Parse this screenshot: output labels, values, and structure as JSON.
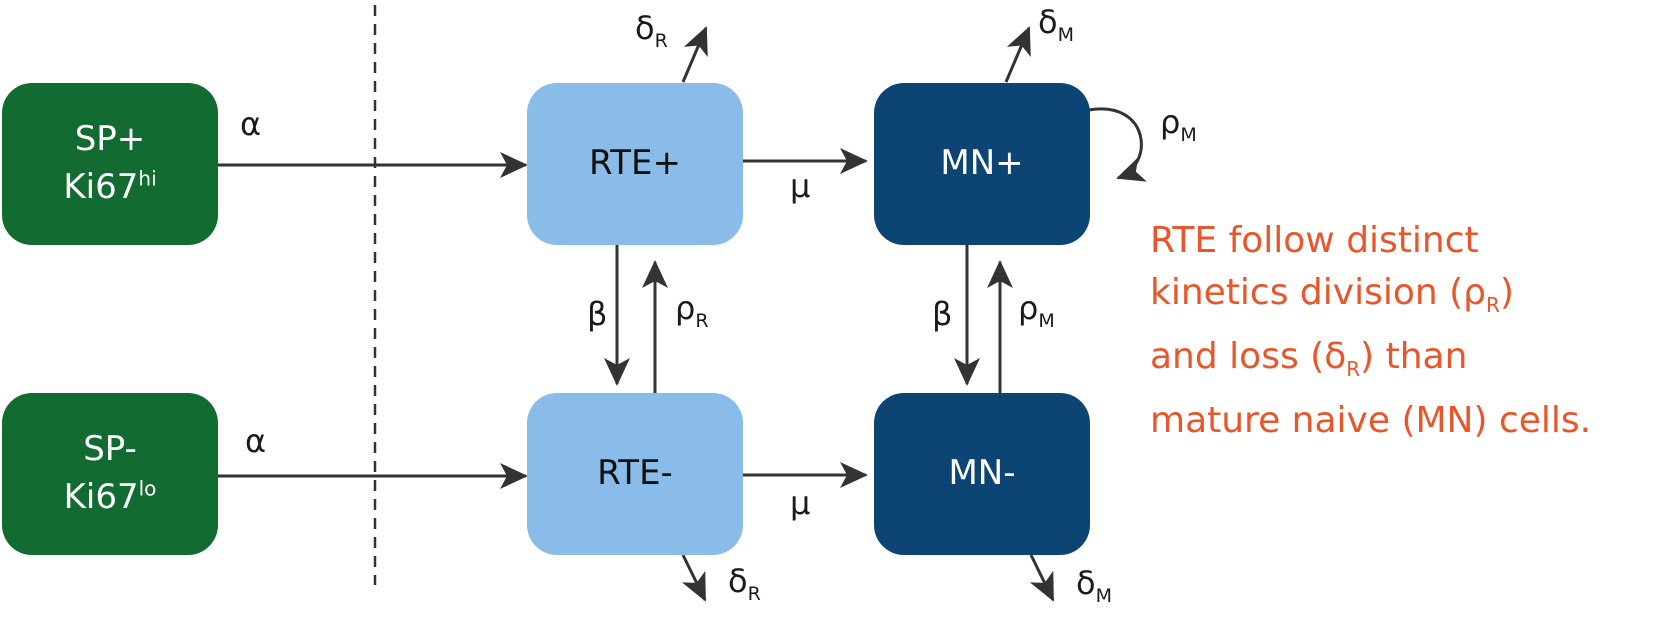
{
  "nodes": {
    "sp_plus": {
      "line1": "SP+",
      "line2_base": "Ki67",
      "line2_sup": "hi"
    },
    "sp_minus": {
      "line1": "SP-",
      "line2_base": "Ki67",
      "line2_sup": "lo"
    },
    "rte_plus": {
      "label": "RTE+"
    },
    "rte_minus": {
      "label": "RTE-"
    },
    "mn_plus": {
      "label": "MN+"
    },
    "mn_minus": {
      "label": "MN-"
    }
  },
  "rates": {
    "alpha": "α",
    "mu": "μ",
    "beta": "β",
    "rho": "ρ",
    "delta": "δ",
    "sub_R": "R",
    "sub_M": "M"
  },
  "note": {
    "line1": "RTE follow distinct",
    "line2_a": "kinetics  division (ρ",
    "line2_sub": "R",
    "line2_b": ")",
    "line3_a": "and loss (δ",
    "line3_sub": "R",
    "line3_b": ") than",
    "line4": "mature naive (MN) cells."
  },
  "colors": {
    "sp_green": "#126b31",
    "rte_light_blue": "#89bce8",
    "mn_dark_blue": "#0c4573",
    "arrow": "#333333",
    "note_orange": "#e8562a"
  }
}
